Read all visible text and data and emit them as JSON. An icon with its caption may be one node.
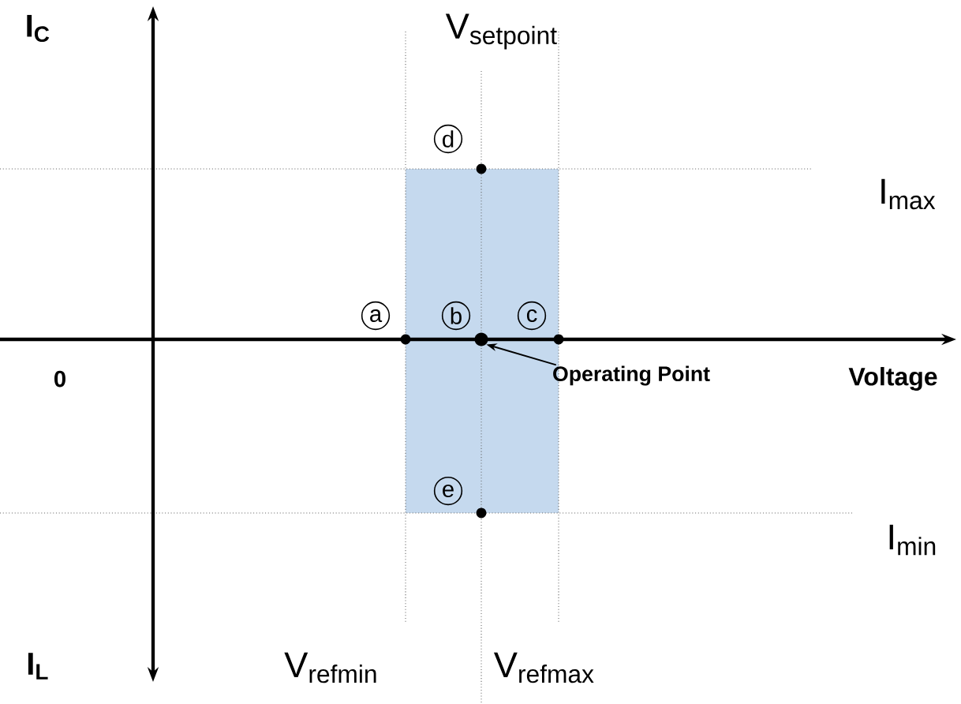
{
  "diagram": {
    "nodes": [
      {
        "text": [
          "d"
        ]
      },
      {
        "text": [
          "a"
        ]
      },
      {
        "text": [
          "b"
        ]
      },
      {
        "text": [
          "c"
        ]
      },
      {
        "text": [],
        "shape": "circle"
      },
      {
        "text": [
          "Operating Point"
        ]
      },
      {
        "text": [
          "e"
        ]
      }
    ],
    "edges": [
      {
        "from": 5,
        "to": 4,
        "arrow": "to"
      }
    ],
    "labels": [
      "I$_{C}$",
      "V$_{setpoint}$",
      "I$_{max}$",
      "0",
      "Voltage",
      "I$_{min}$",
      "I$_{L}$",
      "V$_{refmin}$",
      "V$_{refmax}$"
    ]
  }
}
